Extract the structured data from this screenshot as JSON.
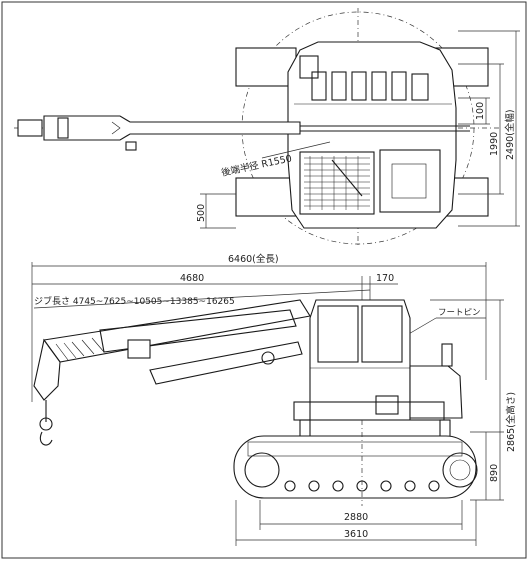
{
  "figure": {
    "border_color": "#333333",
    "line_color": "#1a1a1a",
    "background": "#ffffff"
  },
  "top_view": {
    "tail_radius_label": "後端半径 R1550",
    "dims": {
      "d100": "100",
      "d1990": "1990",
      "d2490": "2490(全幅)",
      "d500": "500"
    }
  },
  "side_view": {
    "overall_length": "6460(全長)",
    "d4680": "4680",
    "d170": "170",
    "foot_pin": "フートピン",
    "jib_length": "ジブ長さ 4745~7625~10505~13385~16265",
    "overall_height": "2865(全高さ)",
    "d890": "890",
    "d2880": "2880",
    "d3610": "3610"
  }
}
